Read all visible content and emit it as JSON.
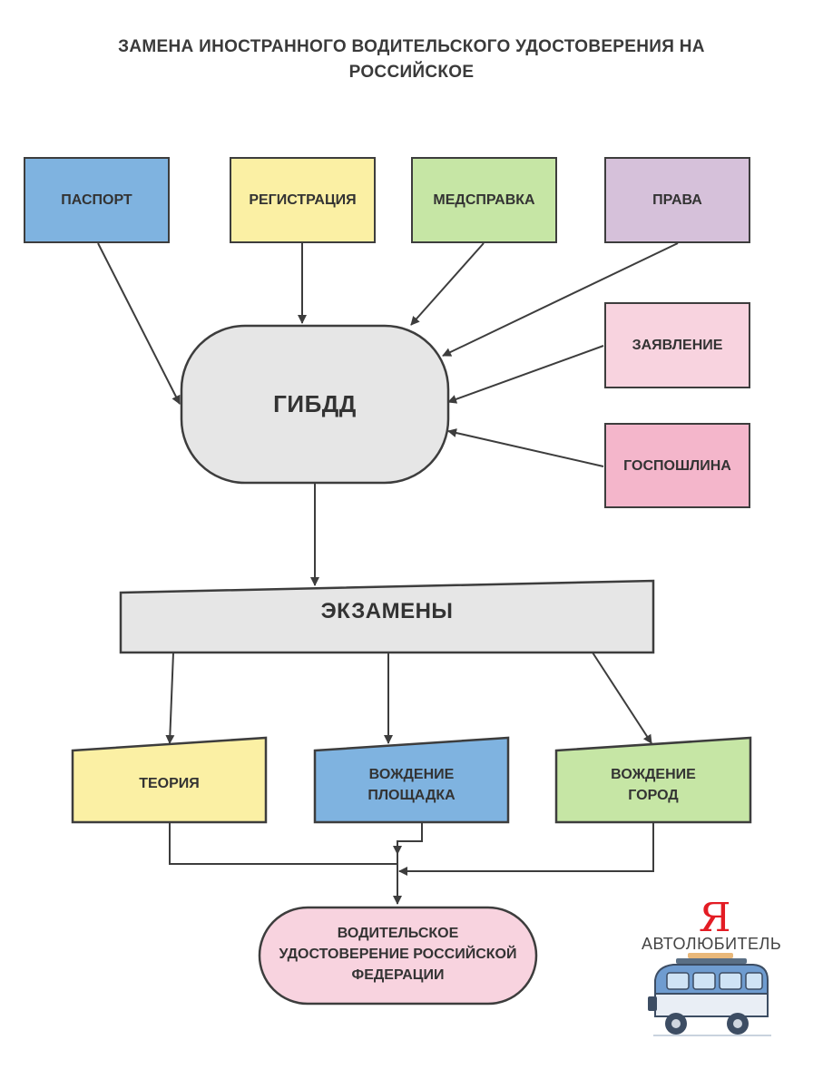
{
  "title": {
    "line1": "ЗАМЕНА ИНОСТРАННОГО ВОДИТЕЛЬСКОГО УДОСТОВЕРЕНИЯ НА",
    "line2": "РОССИЙСКОЕ"
  },
  "documents": {
    "passport": "ПАСПОРТ",
    "registration": "РЕГИСТРАЦИЯ",
    "medical": "МЕДСПРАВКА",
    "license": "ПРАВА",
    "application": "ЗАЯВЛЕНИЕ",
    "fee": "ГОСПОШЛИНА"
  },
  "gibdd": "ГИБДД",
  "exams": "ЭКЗАМЕНЫ",
  "tests": {
    "theory": "ТЕОРИЯ",
    "yard_line1": "ВОЖДЕНИЕ",
    "yard_line2": "ПЛОЩАДКА",
    "city_line1": "ВОЖДЕНИЕ",
    "city_line2": "ГОРОД"
  },
  "result": {
    "line1": "ВОДИТЕЛЬСКОЕ",
    "line2": "УДОСТОВЕРЕНИЕ РОССИЙСКОЙ",
    "line3": "ФЕДЕРАЦИИ"
  },
  "brand": {
    "letter": "Я",
    "name": "АВТОЛЮБИТЕЛЬ"
  },
  "colors": {
    "passport": "#7fb3e0",
    "registration": "#fbf0a4",
    "medical": "#c6e6a5",
    "license": "#d6c1da",
    "application": "#f8d3df",
    "fee": "#f4b6cb",
    "gibdd": "#e6e6e6",
    "exams": "#e6e6e6",
    "theory": "#fbf0a4",
    "yard": "#7fb3e0",
    "city": "#c6e6a5",
    "result": "#f8d3df",
    "outline": "#3d3d3d",
    "brand_red": "#e31c24"
  }
}
